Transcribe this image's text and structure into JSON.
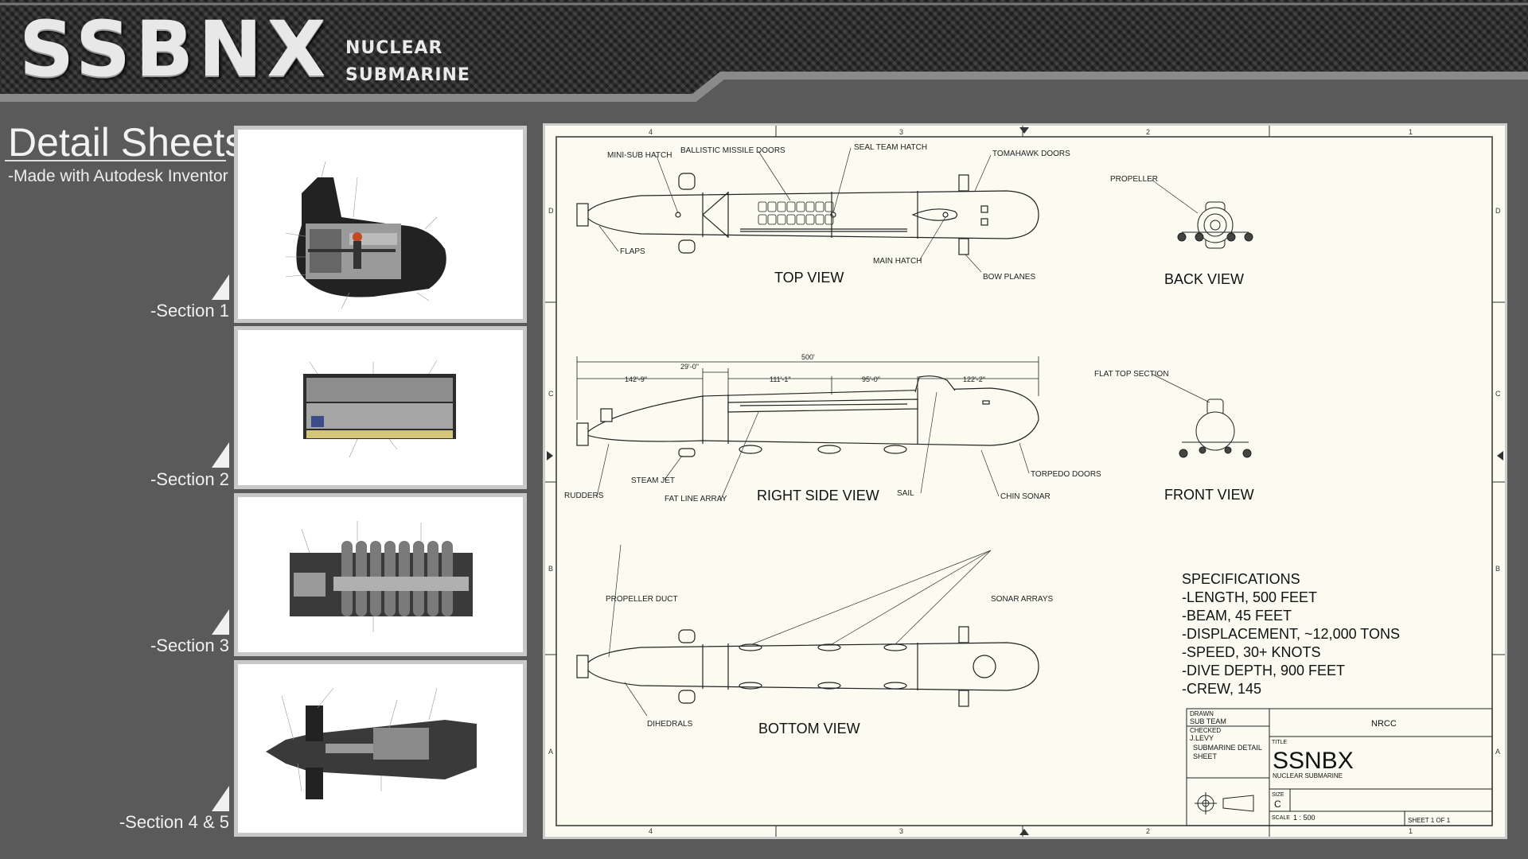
{
  "header": {
    "logo": "SSBNX",
    "subtitle_line1": "NUCLEAR",
    "subtitle_line2": "SUBMARINE"
  },
  "sidebar": {
    "title": "Detail Sheets",
    "subtitle": "-Made with Autodesk Inventor",
    "sections": [
      {
        "label": "-Section 1"
      },
      {
        "label": "-Section 2"
      },
      {
        "label": "-Section 3"
      },
      {
        "label": "-Section 4 & 5"
      }
    ]
  },
  "drawing": {
    "views": {
      "top": "TOP VIEW",
      "back": "BACK VIEW",
      "right_side": "RIGHT SIDE VIEW",
      "front": "FRONT VIEW",
      "bottom": "BOTTOM VIEW"
    },
    "callouts": {
      "mini_sub_hatch": "MINI-SUB HATCH",
      "ballistic_missile_doors": "BALLISTIC MISSILE DOORS",
      "seal_team_hatch": "SEAL TEAM HATCH",
      "tomahawk_doors": "TOMAHAWK DOORS",
      "propeller": "PROPELLER",
      "flaps": "FLAPS",
      "main_hatch": "MAIN HATCH",
      "bow_planes": "BOW PLANES",
      "flat_top_section": "FLAT TOP SECTION",
      "steam_jet": "STEAM JET",
      "rudders": "RUDDERS",
      "fat_line_array": "FAT LINE ARRAY",
      "sail": "SAIL",
      "torpedo_doors": "TORPEDO DOORS",
      "chin_sonar": "CHIN SONAR",
      "propeller_duct": "PROPELLER DUCT",
      "sonar_arrays": "SONAR ARRAYS",
      "dihedrals": "DIHEDRALS"
    },
    "dimensions": {
      "overall": "500'",
      "d1": "142'-9\"",
      "d2": "29'-0\"",
      "d3": "111'-1\"",
      "d4": "95'-0\"",
      "d5": "122'-2\""
    },
    "specifications": [
      "SPECIFICATIONS",
      "-LENGTH, 500 FEET",
      "-BEAM, 45 FEET",
      "-DISPLACEMENT, ~12,000 TONS",
      "-SPEED, 30+ KNOTS",
      "-DIVE DEPTH, 900 FEET",
      "-CREW, 145"
    ],
    "title_block": {
      "drawn_label": "DRAWN",
      "drawn_value": "SUB TEAM",
      "checked_label": "CHECKED",
      "checked_value": "J.LEVY",
      "desc_line1": "SUBMARINE DETAIL",
      "desc_line2": "SHEET",
      "org": "NRCC",
      "title_label": "TITLE",
      "title_main": "SSNBX",
      "title_sub": "NUCLEAR SUBMARINE",
      "size_label": "SIZE",
      "size_value": "C",
      "scale_label": "SCALE",
      "scale_value": "1 : 500",
      "sheet": "SHEET 1  OF 1"
    },
    "border_cols": [
      "4",
      "3",
      "2",
      "1"
    ],
    "border_rows": [
      "D",
      "C",
      "B",
      "A"
    ]
  }
}
